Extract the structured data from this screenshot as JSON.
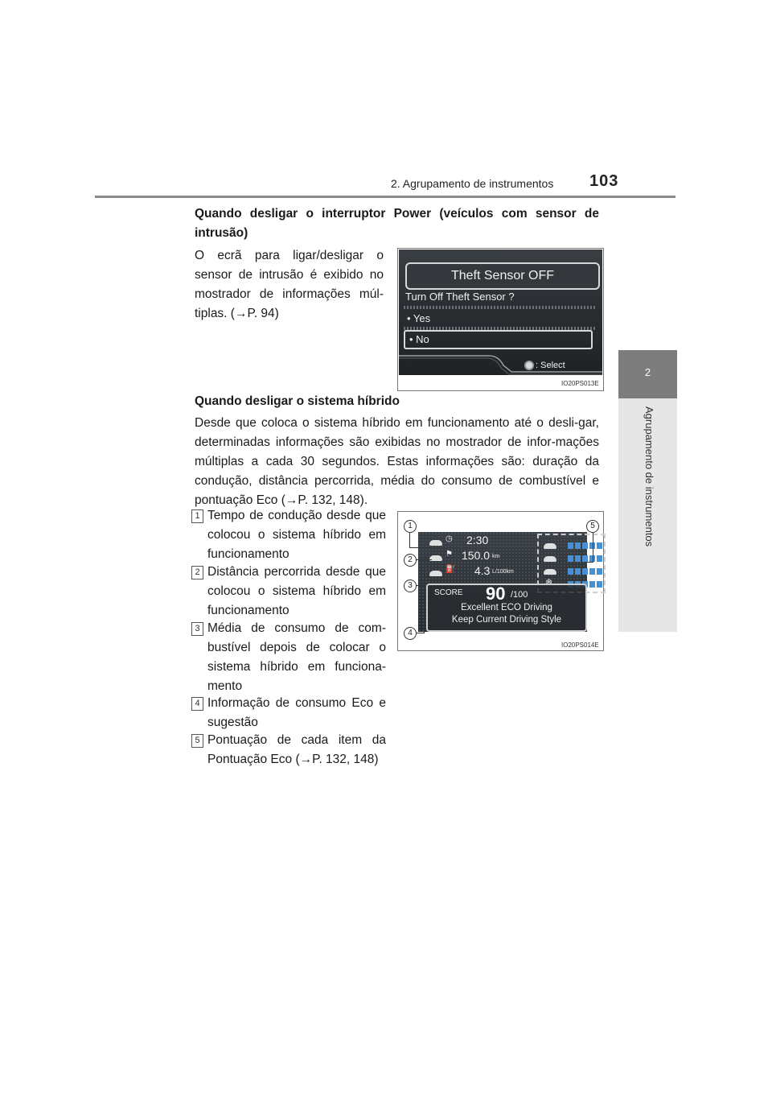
{
  "header": {
    "section_title": "2. Agrupamento de instrumentos",
    "page_number": "103"
  },
  "side_tab": {
    "chapter_number": "2",
    "chapter_title": "Agrupamento de instrumentos"
  },
  "section1": {
    "heading": "Quando desligar o interruptor Power (veículos com sensor de intrusão)",
    "body": "O ecrã para ligar/desligar o sensor de intrusão é exibido no mostrador de informações múl-tiplas. (→P. 94)"
  },
  "figure1": {
    "title": "Theft Sensor OFF",
    "question": "Turn Off Theft Sensor ?",
    "option_yes": "• Yes",
    "option_no": "• No",
    "select_hint": ": Select",
    "code": "IO20PS013E"
  },
  "section2": {
    "heading": "Quando desligar o sistema híbrido",
    "body": "Desde que coloca o sistema híbrido em funcionamento até o desli-gar, determinadas informações são exibidas no mostrador de infor-mações múltiplas a cada 30 segundos. Estas informações são: duração da condução, distância percorrida, média do consumo de combustível e pontuação Eco (→P. 132, 148)."
  },
  "list": [
    {
      "num": "1",
      "text": "Tempo de condução desde que colocou o sistema híbrido em funcionamento"
    },
    {
      "num": "2",
      "text": "Distância percorrida desde que colocou o sistema híbrido em funcionamento"
    },
    {
      "num": "3",
      "text": "Média de consumo de com-bustível depois de colocar o sistema híbrido em funciona-mento"
    },
    {
      "num": "4",
      "text": "Informação de consumo Eco e sugestão"
    },
    {
      "num": "5",
      "text": "Pontuação de cada item da Pontuação Eco (→P. 132, 148)"
    }
  ],
  "figure2": {
    "time": "2:30",
    "distance": "150.0",
    "distance_unit": "km",
    "fuel": "4.3",
    "fuel_unit": "L/100km",
    "score_label": "SCORE",
    "score": "90",
    "score_max": "/100",
    "message_line1": "Excellent ECO Driving",
    "message_line2": "Keep Current Driving Style",
    "callouts": [
      "1",
      "2",
      "3",
      "4",
      "5"
    ],
    "code": "IO20PS014E"
  }
}
